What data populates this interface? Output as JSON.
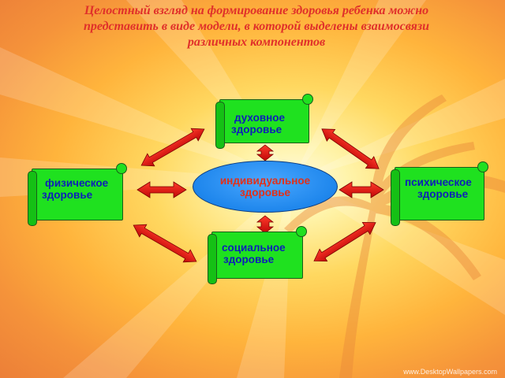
{
  "title": {
    "line1": "Целостный взгляд на формирование здоровья ребенка можно",
    "line2": "представить в виде  модели, в которой выделены взаимосвязи",
    "line3": "различных  компонентов"
  },
  "nodes": {
    "spiritual": {
      "line1": "духовное",
      "line2": "здоровье"
    },
    "physical": {
      "line1": "физическое",
      "line2": "здоровье"
    },
    "individual": {
      "line1": "индивидуальное",
      "line2": "здоровье"
    },
    "mental": {
      "line1": "психическое",
      "line2": "здоровье"
    },
    "social": {
      "line1": "социальное",
      "line2": "здоровье"
    }
  },
  "colors": {
    "title": "#e0302a",
    "scroll_fill": "#1fe11f",
    "scroll_text": "#0d1fb8",
    "ellipse_fill": "#1e86ec",
    "ellipse_text": "#e23018",
    "arrow_fill": "#e01010"
  },
  "watermark": "www.DesktopWallpapers.com"
}
